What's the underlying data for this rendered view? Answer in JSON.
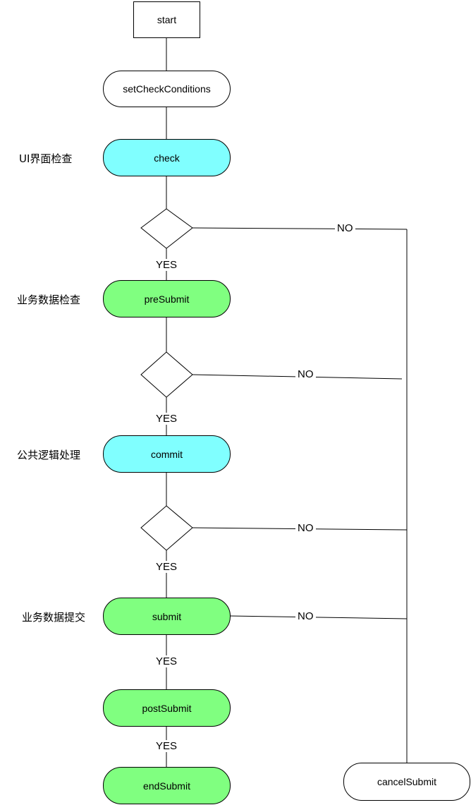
{
  "nodes": {
    "start": "start",
    "set_check_conditions": "setCheckConditions",
    "check": "check",
    "pre_submit": "preSubmit",
    "commit": "commit",
    "submit": "submit",
    "post_submit": "postSubmit",
    "end_submit": "endSubmit",
    "cancel_submit": "cancelSubmit"
  },
  "side_labels": {
    "ui_check": "UI界面检查",
    "business_data_check": "业务数据检查",
    "common_logic": "公共逻辑处理",
    "business_data_submit": "业务数据提交"
  },
  "edge_labels": {
    "yes": "YES",
    "no": "NO"
  },
  "colors": {
    "cyan": "#80ffff",
    "green": "#80ff80",
    "white": "#ffffff",
    "stroke": "#000000"
  }
}
